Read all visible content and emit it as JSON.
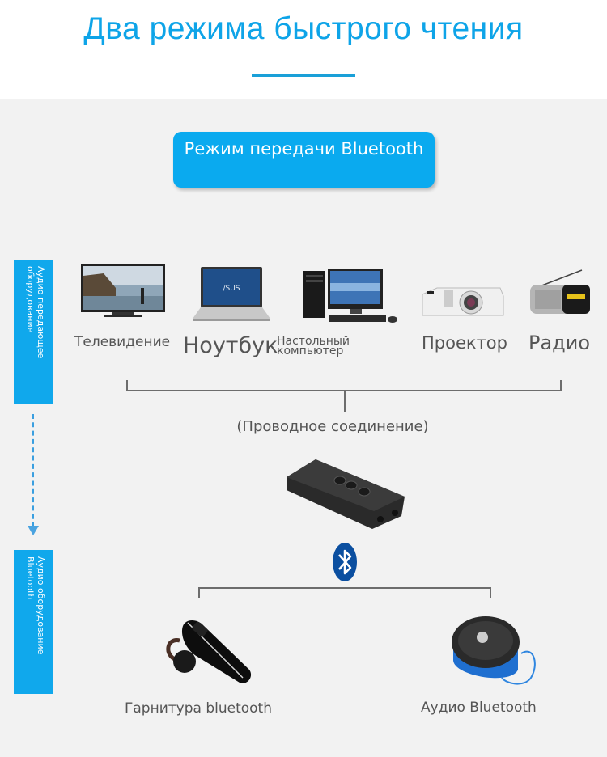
{
  "header": {
    "title": "Два режима быстрого чтения",
    "accent_color": "#0ea4e8"
  },
  "mode_button": {
    "label": "Режим передачи Bluetooth",
    "color": "#0aaaef"
  },
  "side_labels": {
    "source": "Аудио передающее оборудование",
    "target": "Аудио оборудование Bluetooth"
  },
  "source_devices": [
    {
      "label": "Телевидение",
      "icon": "tv-icon"
    },
    {
      "label": "Ноутбук",
      "icon": "laptop-icon"
    },
    {
      "label_line1": "Настольный",
      "label_line2": "компьютер",
      "icon": "desktop-computer-icon"
    },
    {
      "label": "Проектор",
      "icon": "projector-icon"
    },
    {
      "label": "Радио",
      "icon": "radio-icon"
    }
  ],
  "connection_label": "(Проводное соединение)",
  "transmitter": {
    "icon": "bluetooth-transmitter-icon"
  },
  "bluetooth": {
    "icon": "bluetooth-icon",
    "color": "#0b4fa0"
  },
  "target_devices": [
    {
      "label": "Гарнитура bluetooth",
      "icon": "bluetooth-headset-icon"
    },
    {
      "label": "Аудио Bluetooth",
      "icon": "bluetooth-speaker-icon"
    }
  ]
}
